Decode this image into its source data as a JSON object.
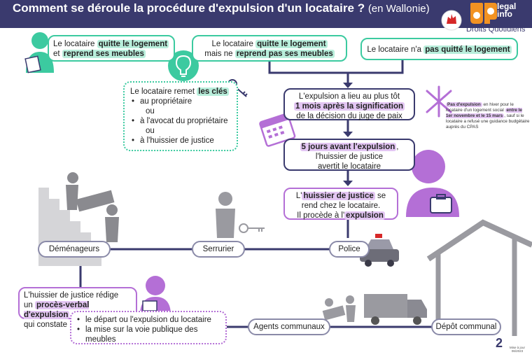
{
  "header": {
    "title": "Comment se déroule la procédure d'expulsion d'un locataire ?",
    "subtitle": "(en Wallonie)"
  },
  "logo": {
    "line1": "legal",
    "line2": "info",
    "caption": "Droits Quotidiens"
  },
  "colors": {
    "navy": "#3a3a6e",
    "green": "#3ccaa0",
    "purple": "#b46fd6",
    "gray": "#8a8aa8",
    "orange": "#f29222"
  },
  "top_row": {
    "box1": {
      "a": "Le locataire ",
      "b": "quitte  le logement",
      "c": "et ",
      "d": "reprend ses meubles"
    },
    "box2": {
      "a": "Le locataire ",
      "b": "quitte le logement",
      "c": "mais ne ",
      "d": "reprend pas ses meubles"
    },
    "box3": {
      "a": "Le locataire n'a ",
      "b": "pas quitté le logement"
    }
  },
  "keys_box": {
    "intro_a": "Le locataire remet ",
    "intro_b": "les clés",
    "items": [
      "au propriétaire",
      "ou",
      "à l'avocat du propriétaire",
      "ou",
      "à l'huissier de justice"
    ]
  },
  "flow": {
    "step1": {
      "a": "L'expulsion a lieu au plus tôt",
      "b": "1 mois après la signification",
      "c": "de la décision du juge de paix"
    },
    "step2": {
      "a": "5 jours avant l'expulsion",
      "b": ",",
      "c": "l'huissier de justice",
      "d": "avertit le locataire"
    },
    "step3": {
      "a": "L'",
      "b": "huissier de justice",
      "c": " se",
      "d": "rend chez le locataire.",
      "e": "Il procède à l'",
      "f": "expulsion"
    }
  },
  "winter_note": {
    "a": "Pas d'expulsion",
    "b": " en hiver pour le locataire d'un logement social ",
    "c": "entre le 1er novembre et le 15 mars",
    "d": ", sauf si le locataire a refusé une guidance budgétaire auprès du CPAS"
  },
  "actors": {
    "movers": "Déménageurs",
    "locksmith": "Serrurier",
    "police": "Police",
    "agents": "Agents communaux",
    "depot": "Dépôt communal"
  },
  "report": {
    "a": "L'huissier de justice rédige",
    "b": "un ",
    "c": "procès-verbal d'expulsion",
    "d": "qui constate",
    "items": [
      "le départ ou l'expulsion du locataire",
      "la mise sur la voie publique des meubles"
    ]
  },
  "footer": {
    "page": "2",
    "update_a": "Mise à jour",
    "update_b": "06/2023"
  }
}
